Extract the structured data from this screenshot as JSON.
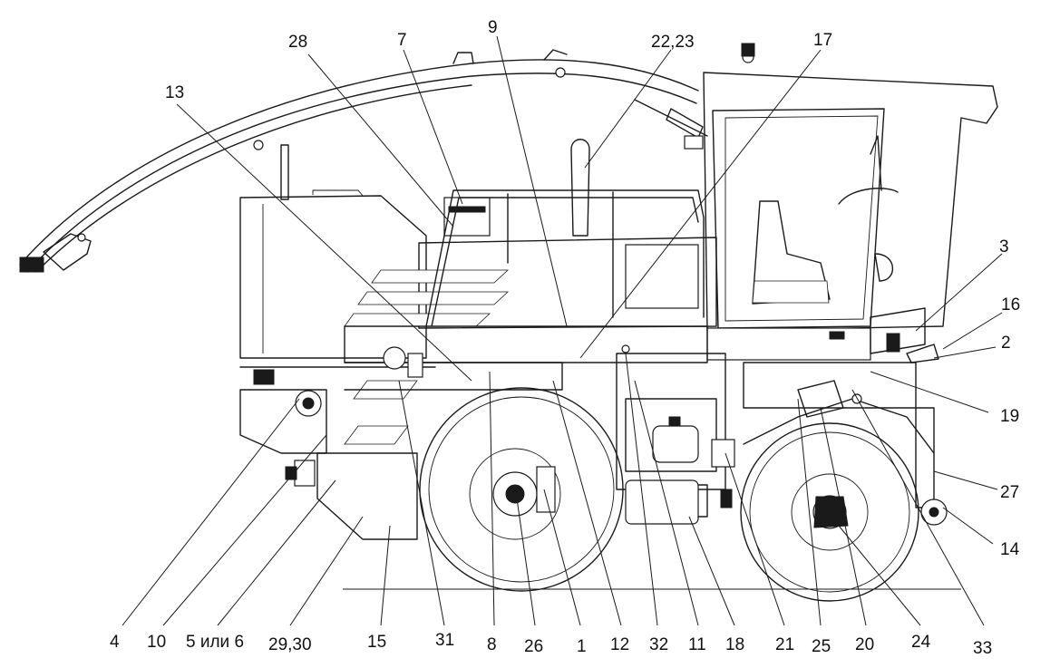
{
  "diagram": {
    "callouts_top": [
      {
        "id": "c-13",
        "text": "13"
      },
      {
        "id": "c-28",
        "text": "28"
      },
      {
        "id": "c-7",
        "text": "7"
      },
      {
        "id": "c-9",
        "text": "9"
      },
      {
        "id": "c-22-23",
        "text": "22,23"
      },
      {
        "id": "c-17",
        "text": "17"
      }
    ],
    "callouts_right": [
      {
        "id": "c-3",
        "text": "3"
      },
      {
        "id": "c-16",
        "text": "16"
      },
      {
        "id": "c-2",
        "text": "2"
      },
      {
        "id": "c-19",
        "text": "19"
      },
      {
        "id": "c-27",
        "text": "27"
      },
      {
        "id": "c-14",
        "text": "14"
      }
    ],
    "callouts_bottom": [
      {
        "id": "c-4",
        "text": "4"
      },
      {
        "id": "c-10",
        "text": "10"
      },
      {
        "id": "c-5or6",
        "text": "5 или 6"
      },
      {
        "id": "c-29-30",
        "text": "29,30"
      },
      {
        "id": "c-15",
        "text": "15"
      },
      {
        "id": "c-31",
        "text": "31"
      },
      {
        "id": "c-8",
        "text": "8"
      },
      {
        "id": "c-26",
        "text": "26"
      },
      {
        "id": "c-1",
        "text": "1"
      },
      {
        "id": "c-12",
        "text": "12"
      },
      {
        "id": "c-32",
        "text": "32"
      },
      {
        "id": "c-11",
        "text": "11"
      },
      {
        "id": "c-18",
        "text": "18"
      },
      {
        "id": "c-21",
        "text": "21"
      },
      {
        "id": "c-25",
        "text": "25"
      },
      {
        "id": "c-20",
        "text": "20"
      },
      {
        "id": "c-24",
        "text": "24"
      },
      {
        "id": "c-33",
        "text": "33"
      }
    ]
  }
}
